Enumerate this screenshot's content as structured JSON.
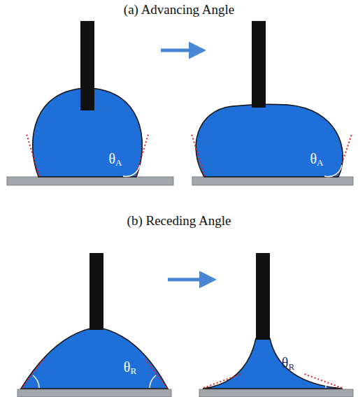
{
  "diagram": {
    "labels": [
      "(a) Advancing Angle",
      "θA",
      "θA",
      "(b) Receding Angle",
      "θR",
      "θR"
    ]
  }
}
